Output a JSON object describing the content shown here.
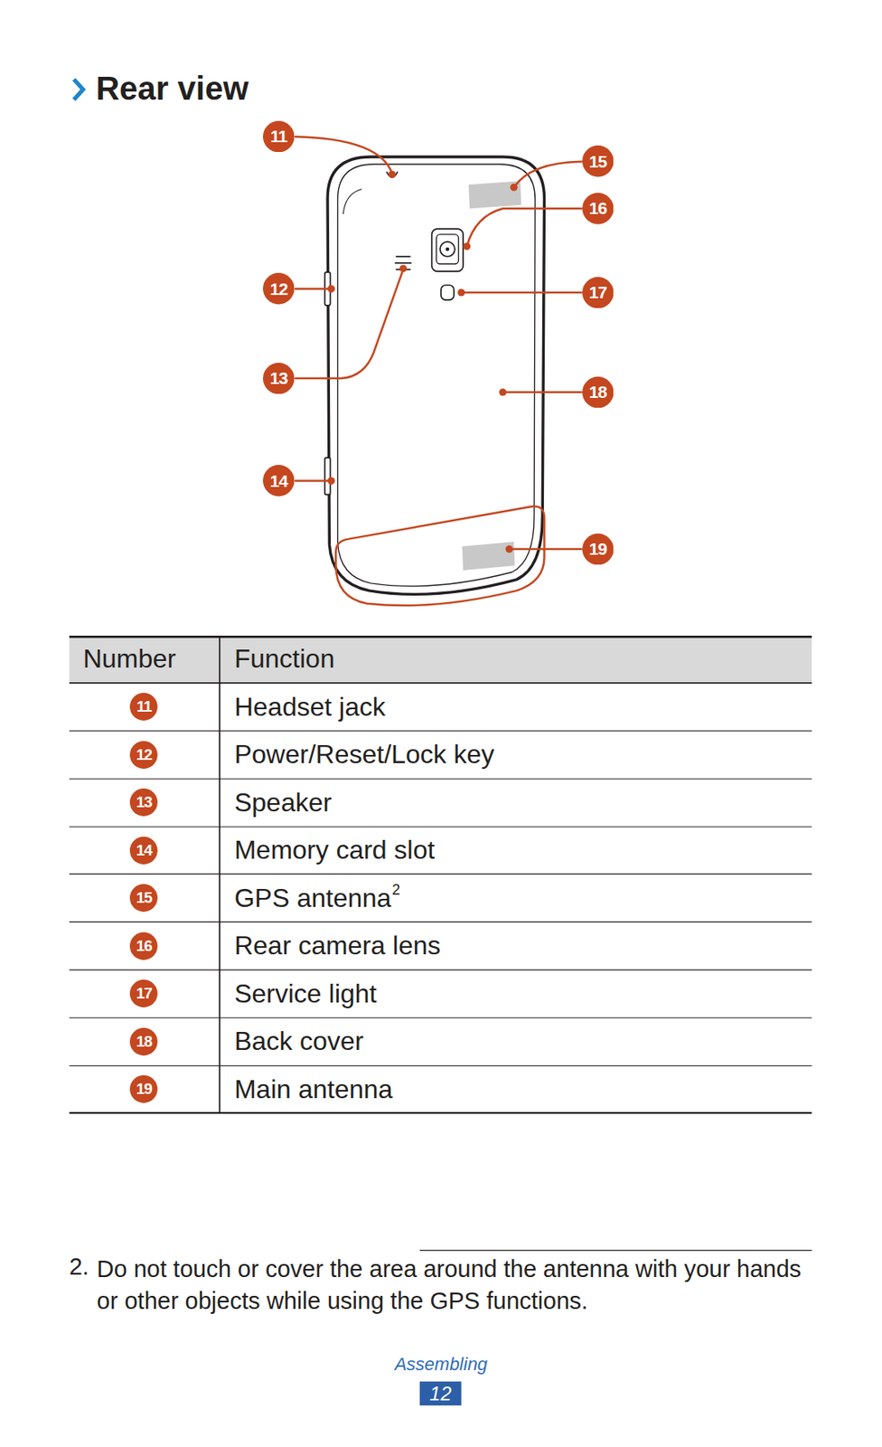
{
  "diagram": {
    "title": "Rear view",
    "nodes": [
      {
        "text": [
          "11"
        ]
      },
      {
        "text": [
          "15"
        ]
      },
      {
        "text": [
          "16"
        ]
      },
      {
        "text": [
          "12"
        ]
      },
      {
        "text": [
          "17"
        ]
      },
      {
        "text": [
          "13"
        ]
      },
      {
        "text": [
          "18"
        ]
      },
      {
        "text": [
          "14"
        ]
      },
      {
        "text": [
          "19"
        ]
      },
      {
        "text": [
          "11"
        ]
      },
      {
        "text": [
          "12"
        ]
      },
      {
        "text": [
          "13"
        ]
      },
      {
        "text": [
          "14"
        ]
      },
      {
        "text": [
          "15"
        ]
      },
      {
        "text": [
          "16"
        ]
      },
      {
        "text": [
          "17"
        ]
      },
      {
        "text": [
          "18"
        ]
      },
      {
        "text": [
          "19"
        ]
      }
    ],
    "labels": [
      "Number",
      "Function",
      "Headset jack",
      "Power/Reset/Lock key",
      "Speaker",
      "Memory card slot",
      "GPS antenna",
      "2",
      "Rear camera lens",
      "Service light",
      "Back cover",
      "Main antenna",
      "2.",
      "Do not touch or cover the area around the antenna with your hands or other objects while using the GPS functions.",
      "Assembling",
      "12"
    ]
  }
}
